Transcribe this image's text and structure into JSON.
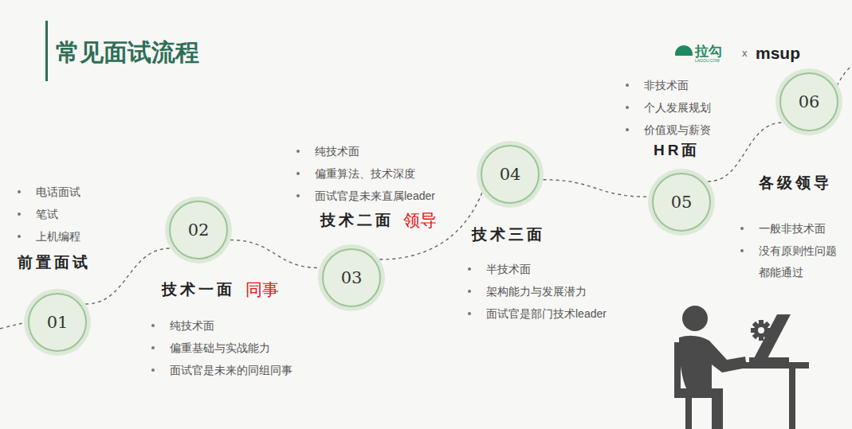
{
  "diagram": {
    "title": "常见面试流程",
    "nodes": [
      {
        "text": [
          "01"
        ]
      },
      {
        "text": [
          "02"
        ]
      },
      {
        "text": [
          "03"
        ]
      },
      {
        "text": [
          "04"
        ]
      },
      {
        "text": [
          "05"
        ]
      },
      {
        "text": [
          "06"
        ]
      }
    ],
    "edges": [
      {
        "from": 0,
        "to": 1,
        "arrow": "none"
      },
      {
        "from": 1,
        "to": 2,
        "arrow": "none"
      },
      {
        "from": 2,
        "to": 3,
        "arrow": "none"
      },
      {
        "from": 3,
        "to": 4,
        "arrow": "none"
      },
      {
        "from": 4,
        "to": 5,
        "arrow": "none"
      }
    ],
    "labels": [
      "拉勾",
      "LAGOU.COM",
      "x",
      "msup",
      "电话面试",
      "笔试",
      "上机编程",
      "前置面试",
      "技术一面",
      "同事",
      "纯技术面",
      "偏重基础与实战能力",
      "面试官是未来的同组同事",
      "纯技术面",
      "偏重算法、技术深度",
      "面试官是未来直属leader",
      "技术二面",
      "领导",
      "技术三面",
      "半技术面",
      "架构能力与发展潜力",
      "面试官是部门技术leader",
      "非技术面",
      "个人发展规划",
      "价值观与薪资",
      "HR面",
      "各级领导",
      "一般非技术面",
      "没有原则性问题都能通过"
    ]
  }
}
